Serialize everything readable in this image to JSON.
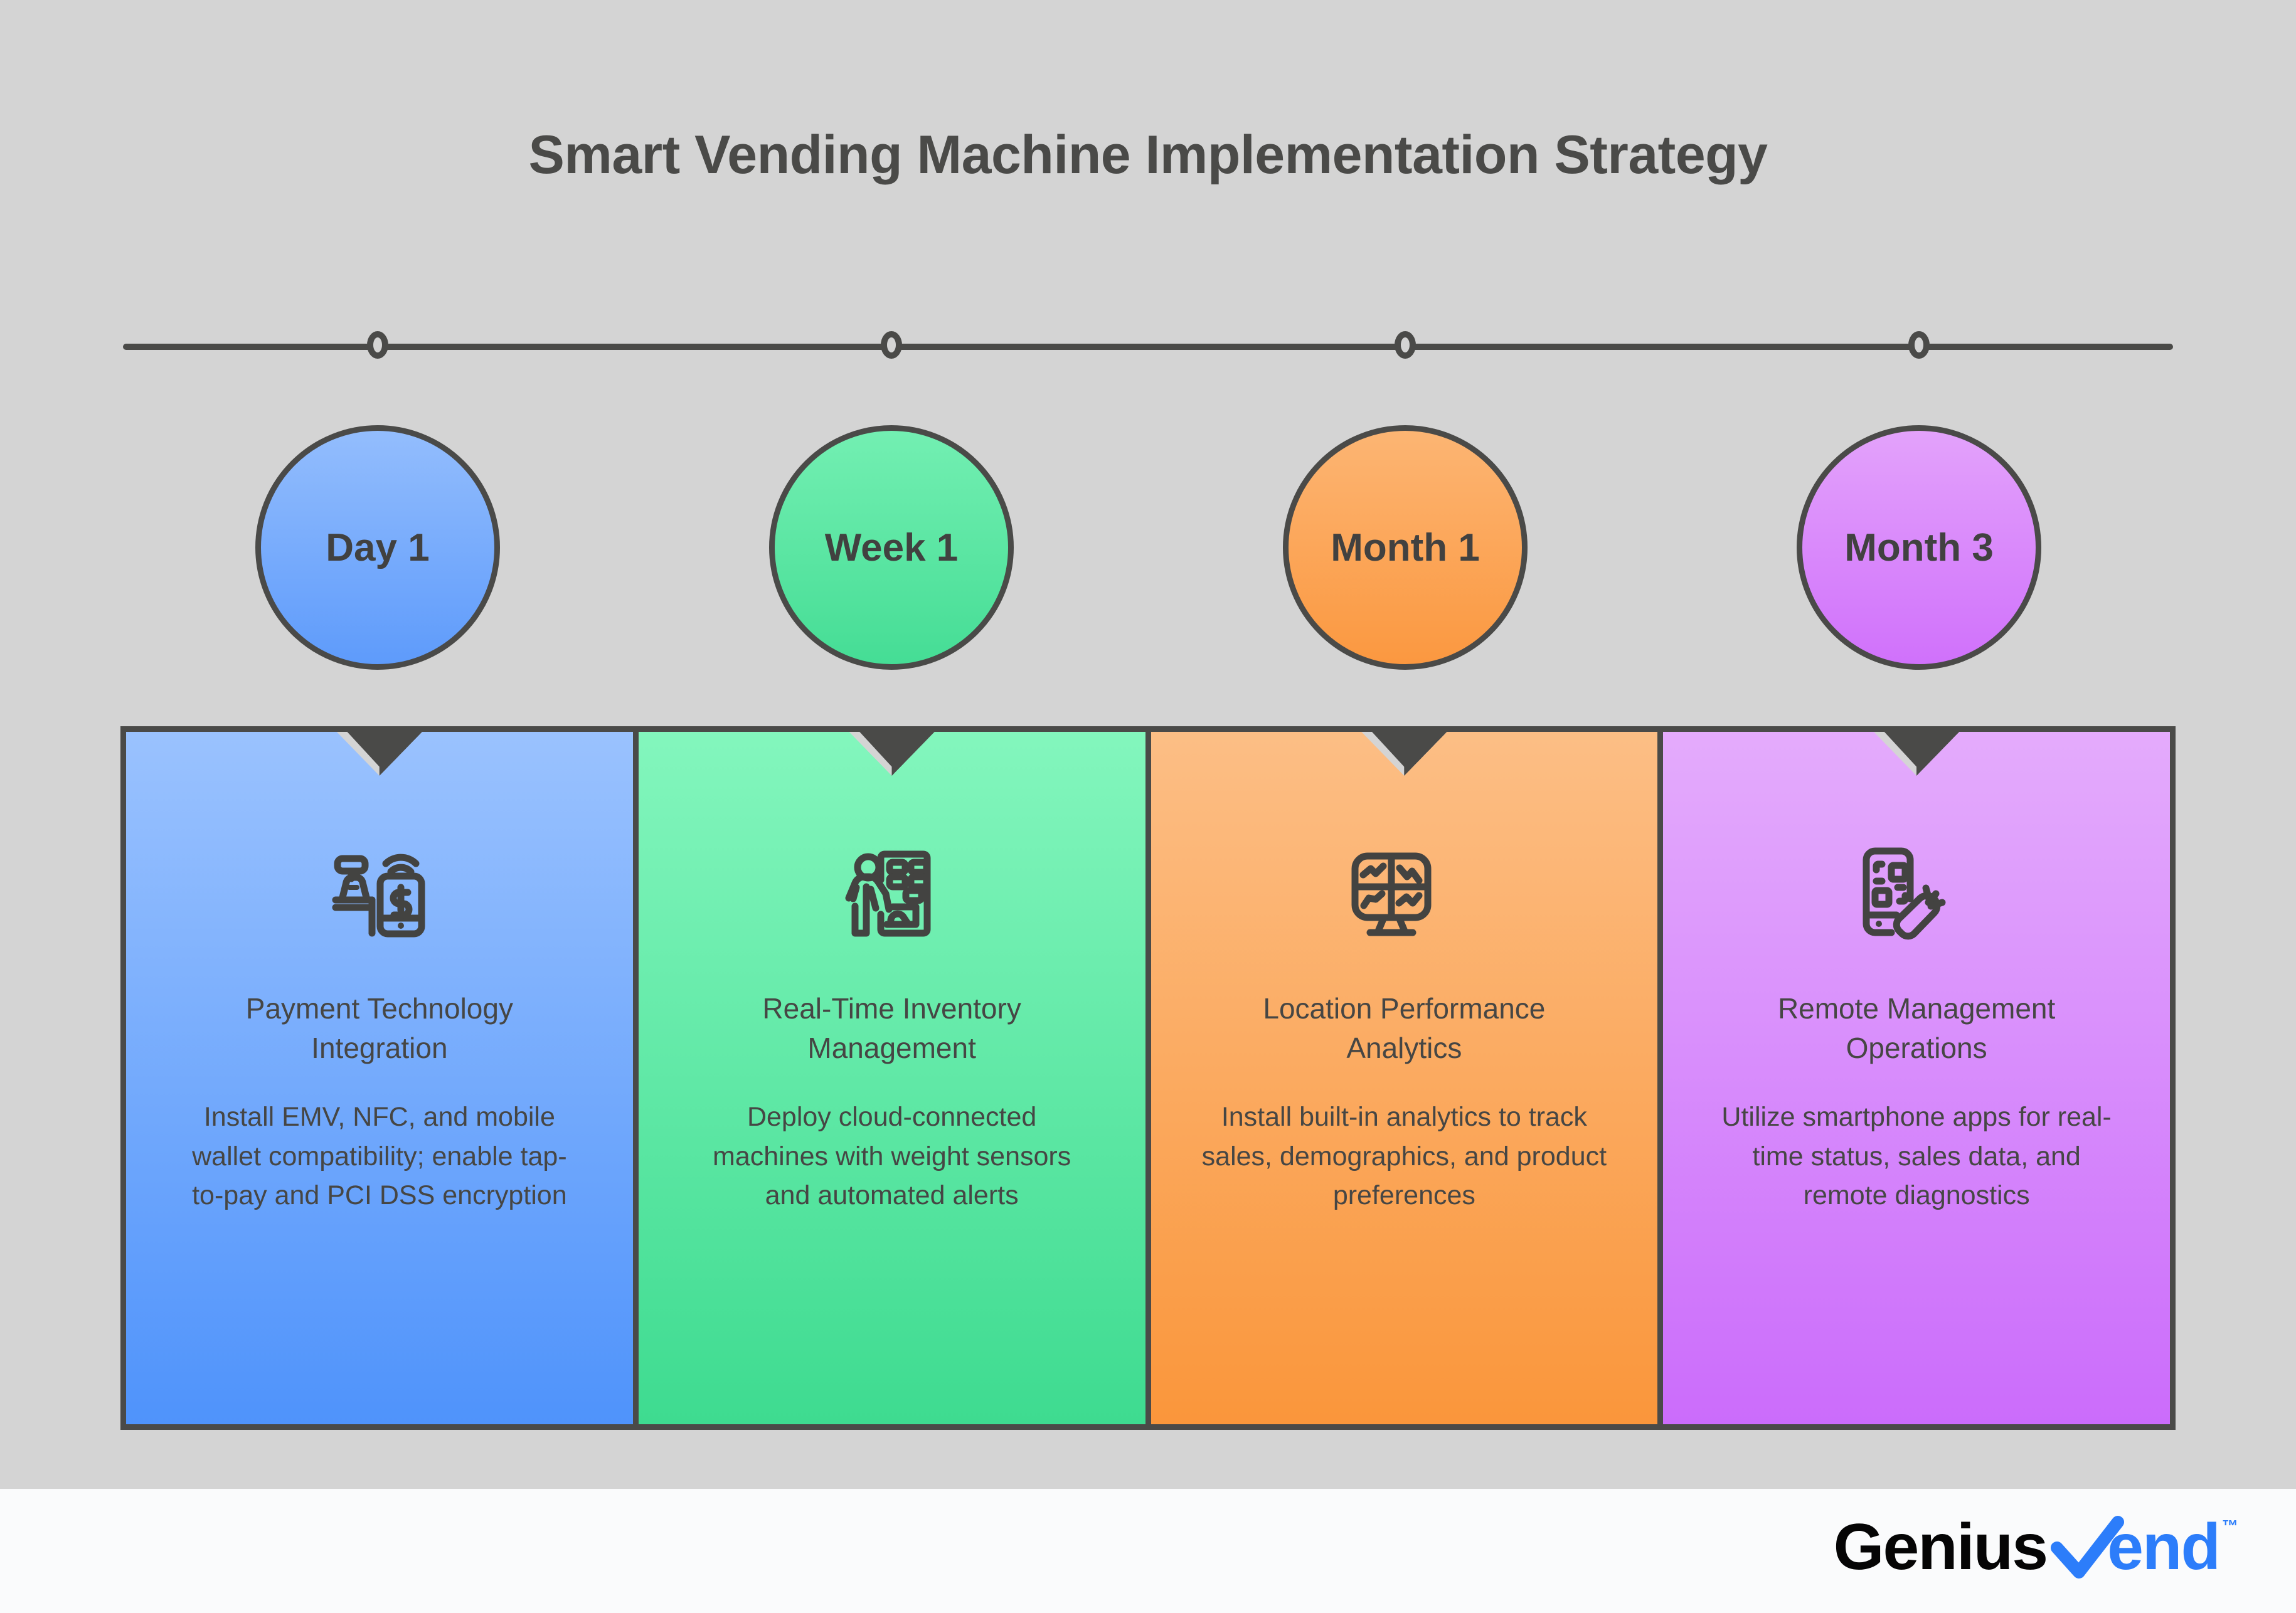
{
  "title": "Smart Vending Machine Implementation Strategy",
  "timeline": {
    "markers": [
      "marker-1",
      "marker-2",
      "marker-3",
      "marker-4"
    ]
  },
  "milestones": [
    {
      "label": "Day 1",
      "color": "#5e9bfb"
    },
    {
      "label": "Week 1",
      "color": "#45dd95"
    },
    {
      "label": "Month 1",
      "color": "#fb9840"
    },
    {
      "label": "Month 3",
      "color": "#d071fb"
    }
  ],
  "cards": [
    {
      "icon": "contactless-payment-terminal-icon",
      "title": "Payment Technology Integration",
      "description": "Install EMV, NFC, and mobile wallet compatibility; enable tap-to-pay and PCI DSS encryption",
      "color": "#4f93fb"
    },
    {
      "icon": "person-at-vending-machine-icon",
      "title": "Real-Time Inventory Management",
      "description": "Deploy cloud-connected machines with weight sensors and automated alerts",
      "color": "#3edb90"
    },
    {
      "icon": "analytics-dashboard-monitor-icon",
      "title": "Location Performance Analytics",
      "description": "Install built-in analytics to track sales, demographics, and product preferences",
      "color": "#fa963b"
    },
    {
      "icon": "smartphone-qr-carrot-icon",
      "title": "Remote Management Operations",
      "description": "Utilize smartphone apps for real-time status, sales data, and remote diagnostics",
      "color": "#cb6cfb"
    }
  ],
  "logo": {
    "brand_dark": "Genius",
    "brand_accent": "end",
    "trademark": "™",
    "accent_color": "#2c7dfa"
  }
}
